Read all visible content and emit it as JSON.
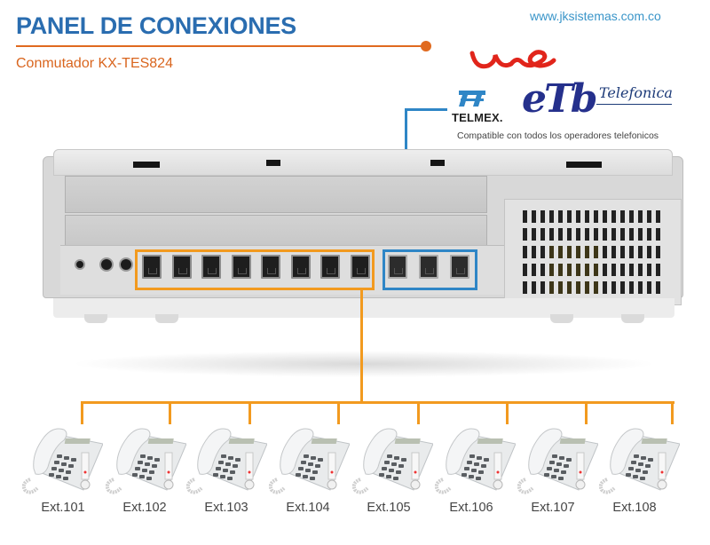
{
  "header": {
    "title": "PANEL DE CONEXIONES",
    "subtitle": "Conmutador KX-TES824",
    "website": "www.jksistemas.com.co"
  },
  "operators": {
    "logos": [
      {
        "name": "une",
        "text": "une"
      },
      {
        "name": "telmex",
        "text": "TELMEX."
      },
      {
        "name": "etb",
        "text": "eTb"
      },
      {
        "name": "telefonica",
        "text": "Telefonica"
      }
    ],
    "compatible_text": "Compatible con todos los operadores telefonicos"
  },
  "device": {
    "model": "KX-TES824",
    "extension_ports": 8,
    "co_line_ports": 3
  },
  "extensions": [
    {
      "label": "Ext.101"
    },
    {
      "label": "Ext.102"
    },
    {
      "label": "Ext.103"
    },
    {
      "label": "Ext.104"
    },
    {
      "label": "Ext.105"
    },
    {
      "label": "Ext.106"
    },
    {
      "label": "Ext.107"
    },
    {
      "label": "Ext.108"
    }
  ],
  "colors": {
    "title_blue": "#2a6db0",
    "accent_orange": "#e06a1f",
    "extension_line": "#f29a1f",
    "co_line": "#2f86c6",
    "website_blue": "#3a95c9"
  }
}
